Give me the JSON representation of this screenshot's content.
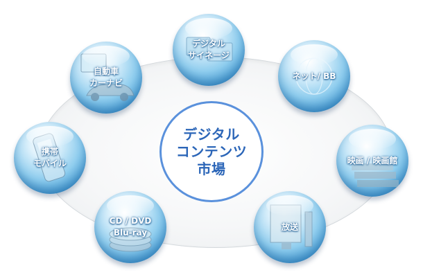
{
  "center": {
    "lines": [
      "デジタル",
      "コンテンツ",
      "市場"
    ]
  },
  "nodes": {
    "signage": {
      "lines": [
        "デジタル",
        "サイネージ"
      ]
    },
    "carnavi": {
      "lines": [
        "自動車",
        "カーナビ"
      ]
    },
    "net": {
      "lines": [
        "ネット/ BB"
      ]
    },
    "mobile": {
      "lines": [
        "携帯",
        "モバイル"
      ]
    },
    "movie": {
      "lines": [
        "映画 / 映画館"
      ]
    },
    "disc": {
      "lines": [
        "CD / DVD",
        "Blu-ray"
      ]
    },
    "broadcast": {
      "lines": [
        "放送"
      ]
    }
  },
  "colors": {
    "center_text": "#2c66b8",
    "center_border": "#5a91dc",
    "bubble_edge": "#2a7dbb",
    "bubble_light": "#dff2fc"
  }
}
